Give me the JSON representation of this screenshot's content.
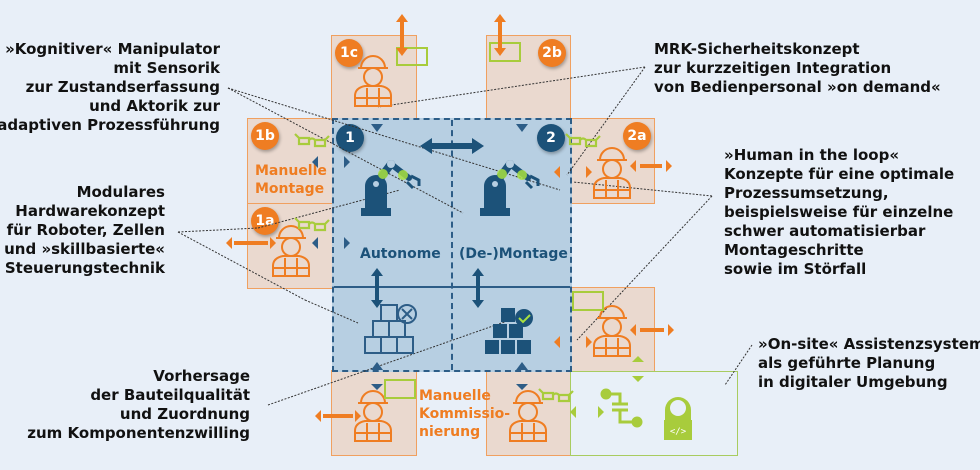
{
  "annotations": {
    "cognitive_manipulator": "»Kognitiver« Manipulator\nmit Sensorik\nzur Zustandserfassung\nund Aktorik zur\nadaptiven Prozessführung",
    "modular_hardware": "Modulares\nHardwarekonzept\nfür Roboter, Zellen\nund »skillbasierte«\nSteuerungstechnik",
    "prediction": "Vorhersage\nder Bauteilqualität\nund Zuordnung\nzum Komponentenzwilling",
    "mrk_safety": "MRK-Sicherheitskonzept\nzur kurzzeitigen Integration\nvon Bedienpersonal »on demand«",
    "human_in_loop": "»Human in the loop«\nKonzepte für eine optimale\nProzessumsetzung,\nbeispielsweise für einzelne\nschwer automatisierbar\nMontageschritte\nsowie im Störfall",
    "onsite_assistant": "»On-site« Assistenzsystem\nals geführte Planung\nin digitaler Umgebung"
  },
  "zones": {
    "autonomous_label": "Autonome",
    "disassembly_label": "(De-)Montage",
    "manual_assembly_label": "Manuelle\nMontage",
    "manual_picking_label": "Manuelle\nKommissio-\nnierung"
  },
  "badges": {
    "b1": "1",
    "b2": "2",
    "b1a": "1a",
    "b1b": "1b",
    "b1c": "1c",
    "b2a": "2a",
    "b2b": "2b"
  },
  "colors": {
    "orange": "#ef7d22",
    "blue": "#1c5279",
    "green": "#a8cc3c",
    "blue_zone": "#b7cfe2",
    "background": "#e8eff8"
  }
}
